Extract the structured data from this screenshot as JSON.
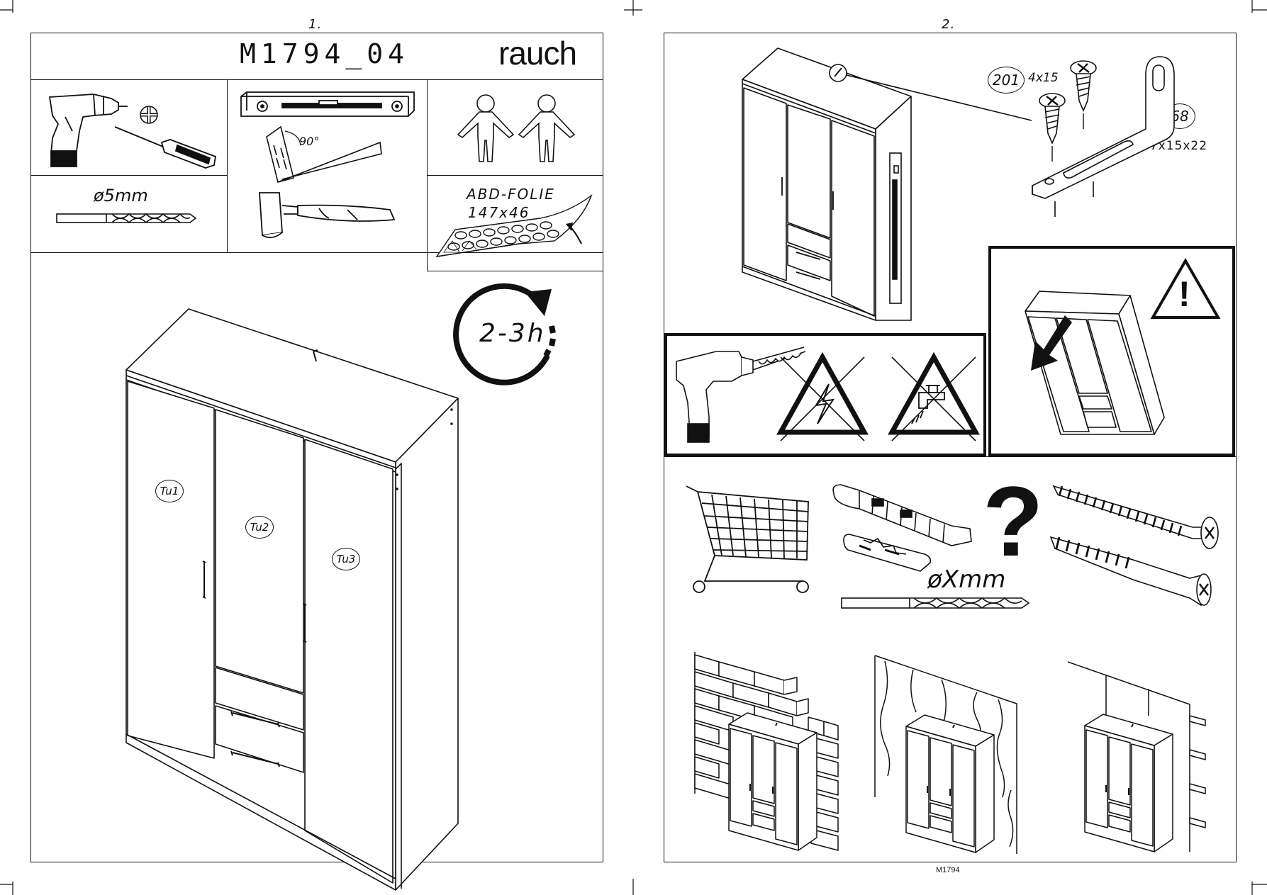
{
  "page_left": {
    "number": "1.",
    "model": "M1794_04",
    "brand": "rauch",
    "drill_bit_label": "ø5mm",
    "square_angle_label": "90°",
    "foil_label_1": "ABD-FOLIE",
    "foil_label_2": "147x46",
    "time_label": "2-3h",
    "door_labels": [
      "Tu1",
      "Tu2",
      "Tu3"
    ]
  },
  "page_right": {
    "number": "2.",
    "screw_part_no": "201",
    "screw_size": "4x15",
    "bracket_part_no": "68",
    "bracket_size": "77x15x22",
    "anchor_drill_label": "øXmm",
    "question_mark": "?",
    "warning_mark": "!"
  },
  "footer": "M1794"
}
